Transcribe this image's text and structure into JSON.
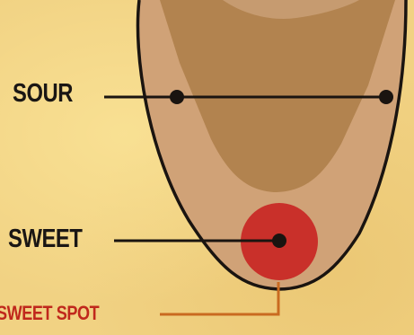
{
  "labels": {
    "sour": "SOUR",
    "sweet": "SWEET",
    "sweet_spot": "SWEET SPOT"
  },
  "colors": {
    "background": "#f1d283",
    "tongue_outer": "#d0a277",
    "tongue_middle": "#b2834f",
    "tongue_inner": "#c69b70",
    "outline": "#1a1410",
    "sweet_spot": "#c9302a",
    "sweet_spot_label": "#c0281c",
    "connector": "#c96a20"
  }
}
